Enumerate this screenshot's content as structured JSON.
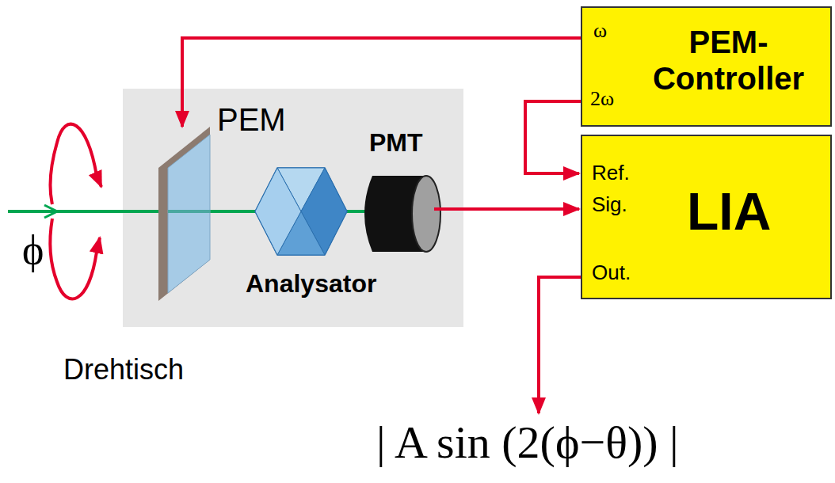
{
  "diagram": {
    "nodes": [
      {
        "text": [
          "ω",
          "PEM- Controller",
          "2ω"
        ]
      },
      {
        "text": [
          "Ref.",
          "Sig.",
          "LIA",
          "Out."
        ]
      }
    ],
    "edges": [
      {
        "from": 0,
        "to": 1,
        "arrow": "to"
      }
    ],
    "labels": [
      "PEM",
      "PMT",
      "ϕ",
      "Analysator",
      "Drehtisch",
      "| A sin (2(ϕ−θ)) |"
    ]
  }
}
